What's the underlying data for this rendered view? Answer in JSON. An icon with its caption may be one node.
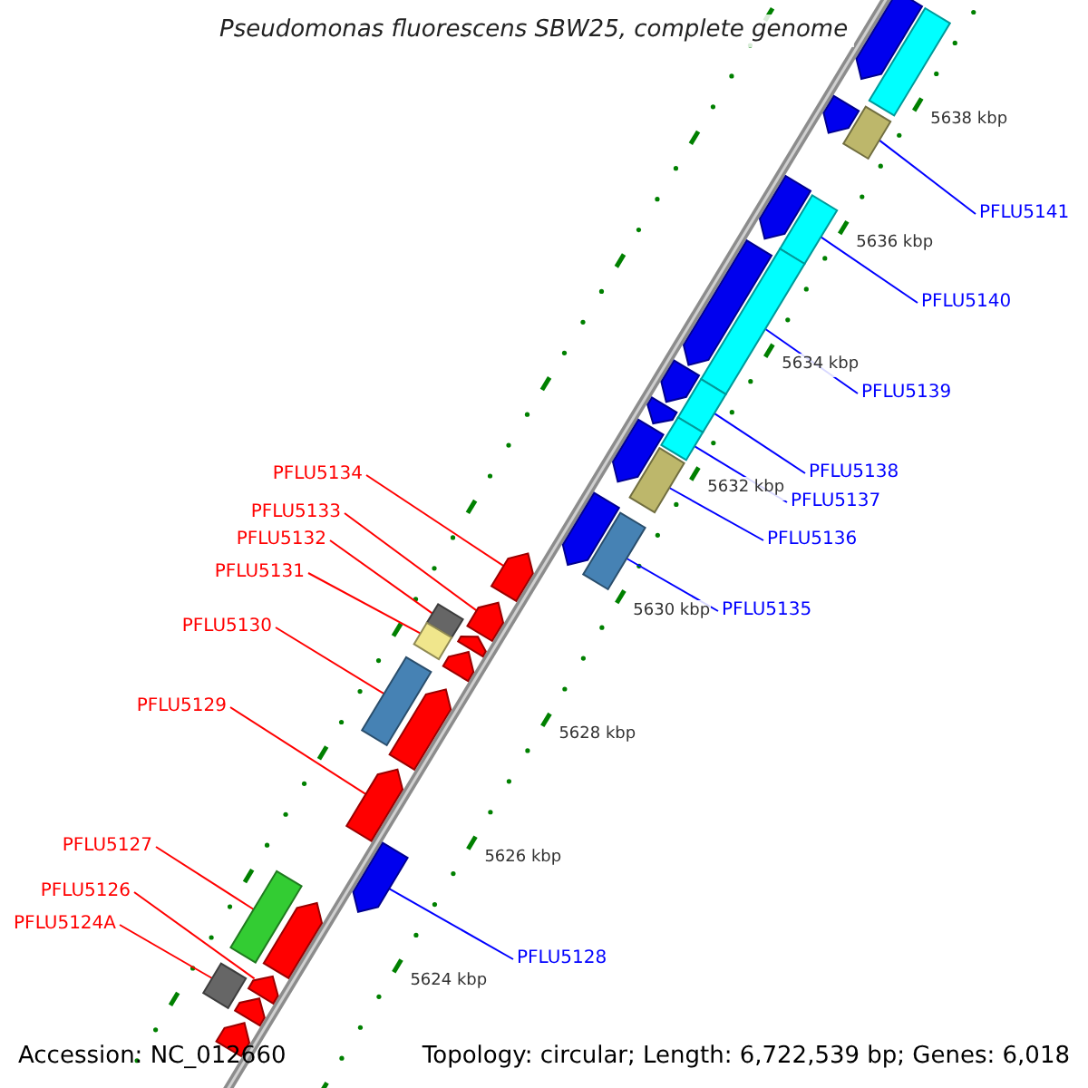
{
  "diagram": {
    "title": "Pseudomonas fluorescens SBW25, complete genome",
    "nodes": [
      {
        "text": [
          "PFLU5134"
        ]
      },
      {
        "text": [],
        "shape": "pentagon"
      },
      {
        "text": [
          "PFLU5133"
        ]
      },
      {
        "text": [],
        "shape": "pentagon"
      },
      {
        "text": [
          "PFLU5132"
        ]
      },
      {
        "text": [],
        "shape": "box"
      },
      {
        "text": [
          "PFLU5131"
        ]
      },
      {
        "text": [],
        "shape": "box"
      },
      {
        "text": [
          "PFLU5130"
        ]
      },
      {
        "text": [],
        "shape": "box"
      },
      {
        "text": [
          "PFLU5129"
        ]
      },
      {
        "text": [],
        "shape": "pentagon"
      },
      {
        "text": [
          "PFLU5127"
        ]
      },
      {
        "text": [],
        "shape": "box"
      },
      {
        "text": [
          "PFLU5126"
        ]
      },
      {
        "text": [],
        "shape": "pentagon"
      },
      {
        "text": [
          "PFLU5124A"
        ]
      },
      {
        "text": [],
        "shape": "box"
      },
      {
        "text": [
          "PFLU5141"
        ]
      },
      {
        "text": [],
        "shape": "box"
      },
      {
        "text": [
          "PFLU5140"
        ]
      },
      {
        "text": [],
        "shape": "box"
      },
      {
        "text": [
          "PFLU5139"
        ]
      },
      {
        "text": [],
        "shape": "box"
      },
      {
        "text": [
          "PFLU5138"
        ]
      },
      {
        "text": [],
        "shape": "box"
      },
      {
        "text": [
          "PFLU5137"
        ]
      },
      {
        "text": [],
        "shape": "box"
      },
      {
        "text": [
          "PFLU5136"
        ]
      },
      {
        "text": [],
        "shape": "box"
      },
      {
        "text": [
          "PFLU5135"
        ]
      },
      {
        "text": [],
        "shape": "box"
      },
      {
        "text": [
          "PFLU5128"
        ]
      },
      {
        "text": [],
        "shape": "pentagon"
      },
      {
        "text": [],
        "shape": "pentagon"
      },
      {
        "text": [],
        "shape": "pentagon"
      },
      {
        "text": [],
        "shape": "pentagon"
      },
      {
        "text": [],
        "shape": "pentagon"
      },
      {
        "text": [],
        "shape": "pentagon"
      },
      {
        "text": [],
        "shape": "pentagon"
      },
      {
        "text": [],
        "shape": "pentagon"
      },
      {
        "text": [],
        "shape": "pentagon"
      },
      {
        "text": [],
        "shape": "pentagon"
      },
      {
        "text": [],
        "shape": "pentagon"
      },
      {
        "text": [],
        "shape": "pentagon"
      },
      {
        "text": [],
        "shape": "pentagon"
      },
      {
        "text": [],
        "shape": "pentagon"
      },
      {
        "text": [],
        "shape": "pentagon"
      },
      {
        "text": [],
        "shape": "box"
      }
    ],
    "edges": [
      {
        "from": 0,
        "to": 1,
        "arrow": "none"
      },
      {
        "from": 2,
        "to": 3,
        "arrow": "none"
      },
      {
        "from": 4,
        "to": 5,
        "arrow": "none"
      },
      {
        "from": 6,
        "to": 7,
        "arrow": "none"
      },
      {
        "from": 8,
        "to": 9,
        "arrow": "none"
      },
      {
        "from": 10,
        "to": 11,
        "arrow": "none"
      },
      {
        "from": 12,
        "to": 13,
        "arrow": "none"
      },
      {
        "from": 14,
        "to": 15,
        "arrow": "none"
      },
      {
        "from": 16,
        "to": 17,
        "arrow": "none"
      },
      {
        "from": 18,
        "to": 19,
        "arrow": "none",
        "color": "#0000ff"
      },
      {
        "from": 20,
        "to": 21,
        "arrow": "none",
        "color": "#0000ff"
      },
      {
        "from": 22,
        "to": 23,
        "arrow": "none",
        "color": "#0000ff"
      },
      {
        "from": 24,
        "to": 25,
        "arrow": "none",
        "color": "#0000ff"
      },
      {
        "from": 26,
        "to": 27,
        "arrow": "none",
        "color": "#0000ff"
      },
      {
        "from": 28,
        "to": 29,
        "arrow": "none",
        "color": "#0000ff"
      },
      {
        "from": 30,
        "to": 31,
        "arrow": "none",
        "color": "#0000ff"
      },
      {
        "from": 32,
        "to": 33,
        "arrow": "none",
        "color": "#0000ff"
      }
    ],
    "labels": [
      "5638 kbp",
      "5636 kbp",
      "5634 kbp",
      "5632 kbp",
      "5630 kbp",
      "5628 kbp",
      "5626 kbp",
      "5624 kbp",
      "Accession: NC_012660",
      "Topology: circular; Length: 6,722,539 bp; Genes: 6,018"
    ]
  }
}
